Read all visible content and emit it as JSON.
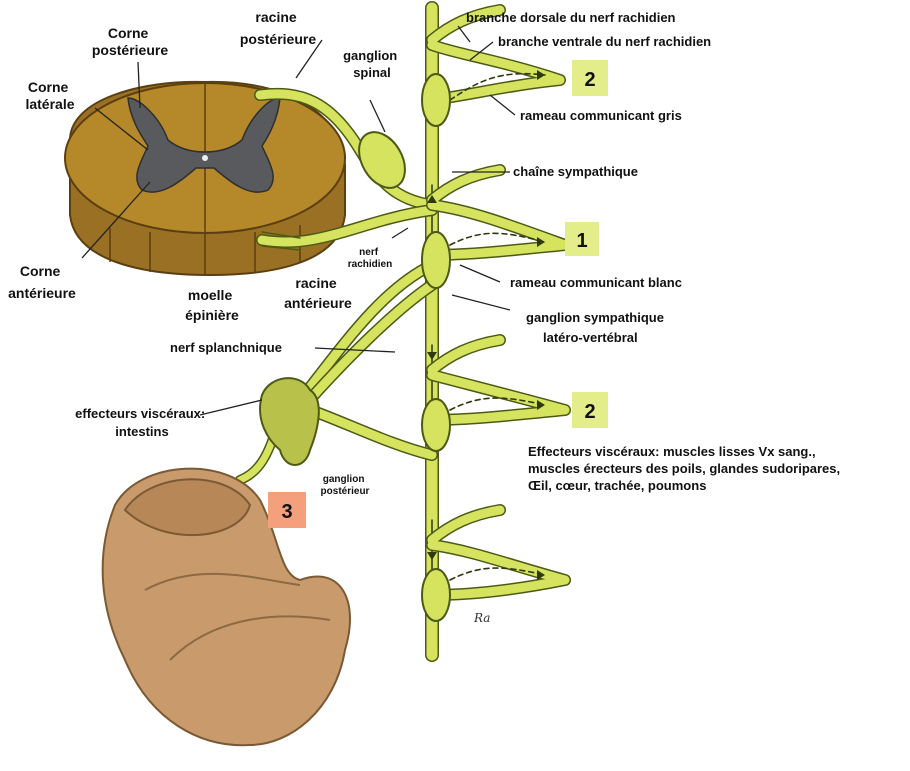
{
  "colors": {
    "nerve": "#d5e35f",
    "nerve_stroke": "#4d5a16",
    "cord": "#b5892a",
    "grey_matter": "#585a5e",
    "intestine": "#c99a6b",
    "badge_green": "#e3ee8a",
    "badge_orange": "#f4a07c"
  },
  "labels": {
    "corne_posterieure": [
      "Corne",
      "postérieure"
    ],
    "corne_laterale": [
      "Corne",
      "latérale"
    ],
    "corne_anterieure": [
      "Corne",
      "antérieure"
    ],
    "moelle_epiniere": [
      "moelle",
      "épinière"
    ],
    "racine_posterieure": [
      "racine",
      "postérieure"
    ],
    "racine_anterieure": [
      "racine",
      "antérieure"
    ],
    "ganglion_spinal": [
      "ganglion",
      "spinal"
    ],
    "nerf_rachidien": [
      "nerf",
      "rachidien"
    ],
    "branche_dorsale": "branche dorsale du nerf rachidien",
    "branche_ventrale": "branche ventrale du nerf rachidien",
    "rameau_gris": "rameau communicant gris",
    "chaine_sympathique": "chaîne sympathique",
    "rameau_blanc": "rameau communicant blanc",
    "ganglion_sympathique": [
      "ganglion sympathique",
      "latéro-vertébral"
    ],
    "nerf_splanchnique": "nerf splanchnique",
    "effecteurs_visceraux_intestins": [
      "effecteurs viscéraux:",
      "intestins"
    ],
    "ganglion_posterieur": [
      "ganglion",
      "postérieur"
    ],
    "effecteurs_visceraux_list": [
      "Effecteurs viscéraux: muscles lisses Vx sang.,",
      "muscles érecteurs des poils, glandes sudoripares,",
      "Œil, cœur, trachée, poumons"
    ]
  },
  "badges": {
    "badge_top_2": "2",
    "badge_1": "1",
    "badge_mid_2": "2",
    "badge_3": "3"
  },
  "signature": "Ra"
}
